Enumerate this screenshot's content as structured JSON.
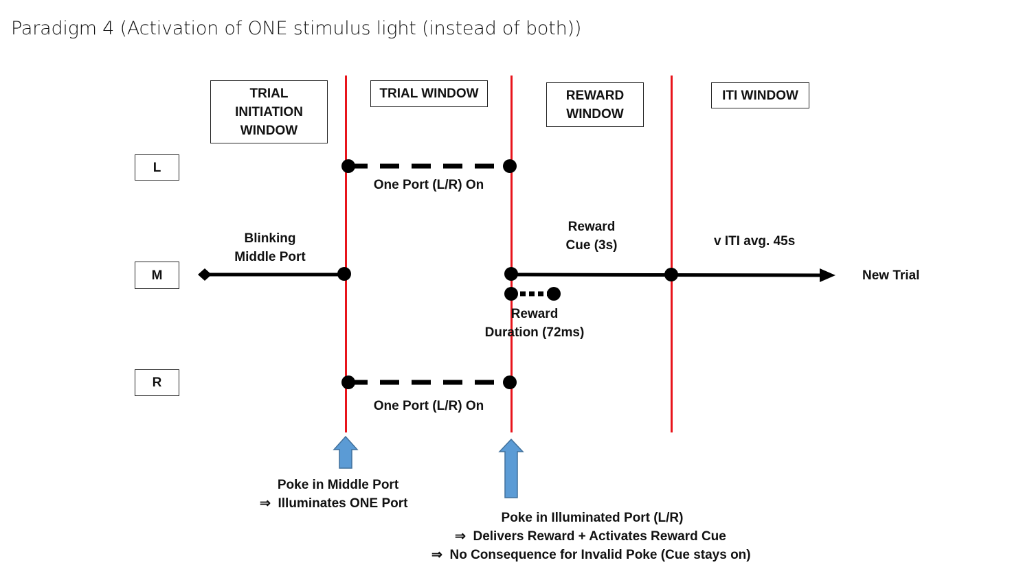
{
  "title": "Paradigm 4 (Activation of ONE stimulus light (instead of both))",
  "windows": {
    "trial_initiation": [
      "TRIAL",
      "INITIATION",
      "WINDOW"
    ],
    "trial": "TRIAL WINDOW",
    "reward": [
      "REWARD",
      "WINDOW"
    ],
    "iti": "ITI WINDOW"
  },
  "ports": {
    "left": "L",
    "middle": "M",
    "right": "R"
  },
  "labels": {
    "one_port_top": "One Port (L/R) On",
    "one_port_bottom": "One Port (L/R) On",
    "blinking": [
      "Blinking",
      "Middle Port"
    ],
    "reward_cue": [
      "Reward",
      "Cue (3s)"
    ],
    "iti_avg": "v ITI avg. 45s",
    "new_trial": "New Trial",
    "reward_duration": [
      "Reward",
      "Duration (72ms)"
    ]
  },
  "events": {
    "poke_middle": [
      "Poke in Middle Port",
      "⇒  Illuminates ONE Port"
    ],
    "poke_illuminated": [
      "Poke in Illuminated Port (L/R)",
      "⇒  Delivers Reward + Activates Reward Cue",
      "⇒  No Consequence for Invalid Poke (Cue stays on)"
    ]
  },
  "colors": {
    "boundary": "#e8141b",
    "arrow_fill": "#5b9bd5",
    "arrow_stroke": "#41719c",
    "line": "#000000"
  }
}
